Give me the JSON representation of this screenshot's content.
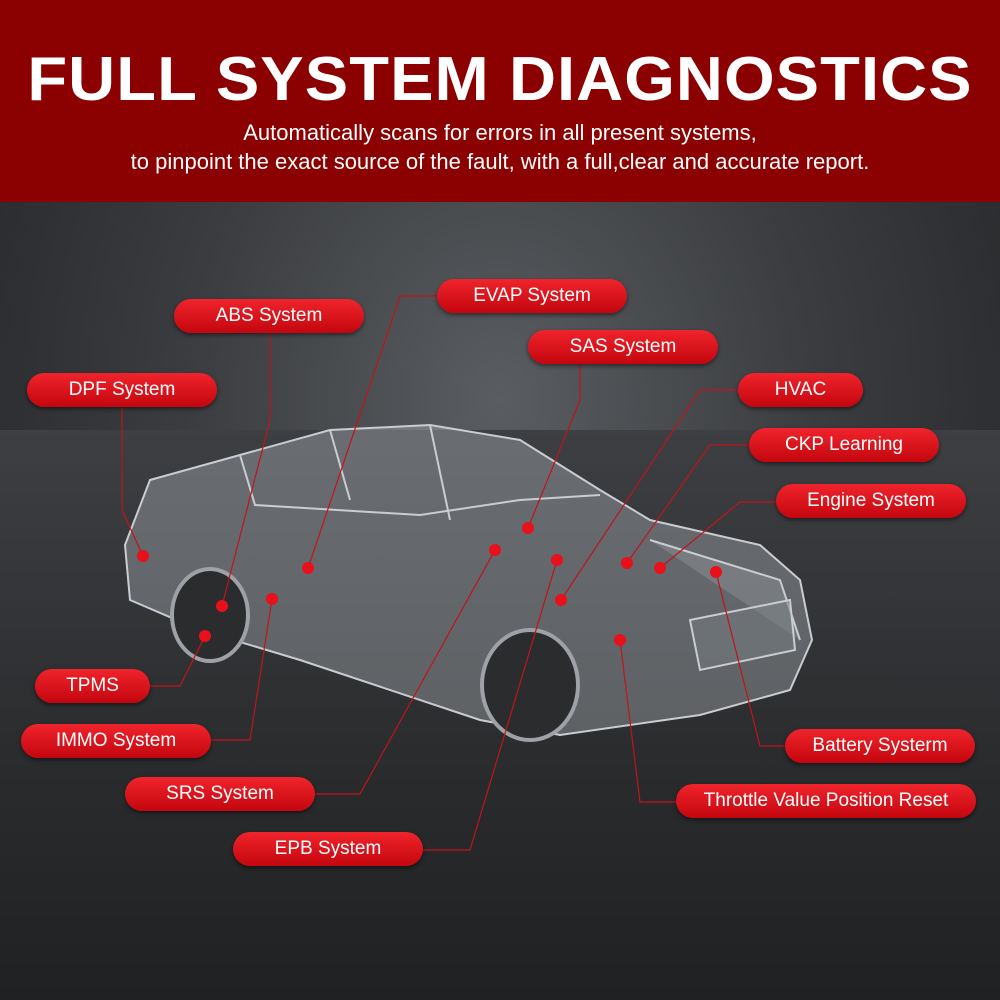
{
  "header": {
    "title": "FULL SYSTEM DIAGNOSTICS",
    "subtitle_line1": "Automatically scans for errors in all present systems,",
    "subtitle_line2": "to pinpoint the exact source of the fault, with a full,clear and accurate report."
  },
  "colors": {
    "banner": "#8b0000",
    "pill": "#e0141c",
    "line": "#c0141c"
  },
  "labels": {
    "abs": "ABS System",
    "evap": "EVAP System",
    "sas": "SAS System",
    "dpf": "DPF System",
    "hvac": "HVAC",
    "ckp": "CKP Learning",
    "engine": "Engine System",
    "tpms": "TPMS",
    "immo": "IMMO System",
    "srs": "SRS System",
    "epb": "EPB System",
    "battery": "Battery Systerm",
    "throttle": "Throttle Value Position Reset"
  }
}
